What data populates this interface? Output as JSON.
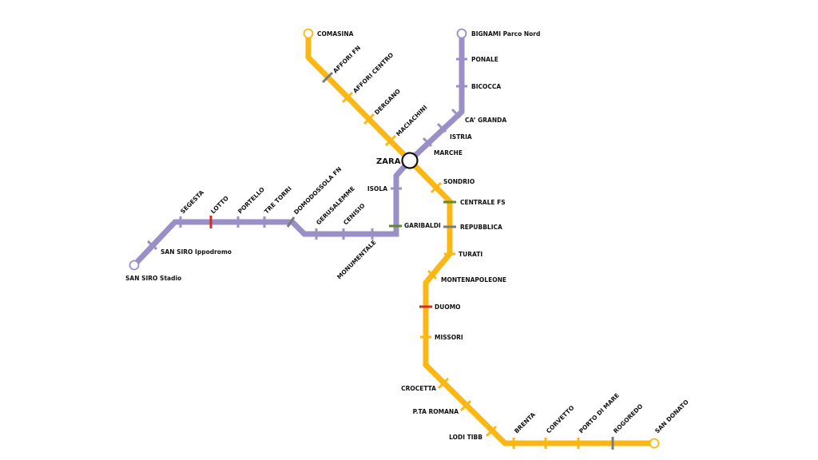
{
  "colors": {
    "line_yellow": "#fbb714",
    "line_purple": "#9b8fc8",
    "interchange_gray": "#7a7a7a",
    "interchange_green": "#5f8a2e",
    "interchange_red": "#d62a24"
  },
  "hub": "ZARA",
  "yellow_line": {
    "stations": [
      "COMASINA",
      "AFFORI FN",
      "AFFORI CENTRO",
      "DERGANO",
      "MACIACHINI",
      "SONDRIO",
      "CENTRALE FS",
      "REPUBBLICA",
      "TURATI",
      "MONTENAPOLEONE",
      "DUOMO",
      "MISSORI",
      "CROCETTA",
      "P.TA ROMANA",
      "LODI TIBB",
      "BRENTA",
      "CORVETTO",
      "PORTO DI MARE",
      "ROGOREDO",
      "SAN DONATO"
    ]
  },
  "purple_line": {
    "stations": [
      "BIGNAMI Parco Nord",
      "PONALE",
      "BICOCCA",
      "CA’ GRANDA",
      "ISTRIA",
      "MARCHE",
      "ISOLA",
      "GARIBALDI",
      "MONUMENTALE",
      "CENISIO",
      "GERUSALEMME",
      "DOMODOSSOLA FN",
      "TRE TORRI",
      "PORTELLO",
      "LOTTO",
      "SEGESTA",
      "SAN SIRO Ippodromo",
      "SAN SIRO Stadio"
    ]
  }
}
